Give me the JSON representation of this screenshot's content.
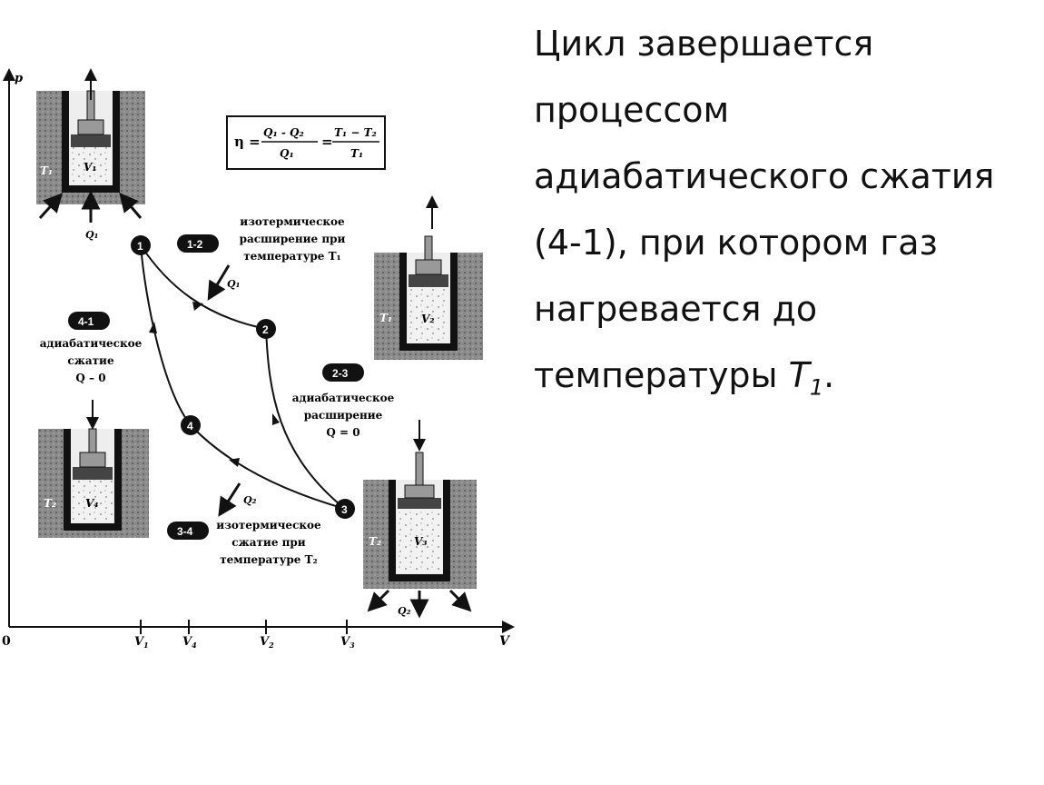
{
  "slide": {
    "lines": [
      "Цикл завершается",
      "процессом",
      "адиабатического сжатия",
      "(4-1), при котором газ",
      "нагревается до"
    ],
    "last_line_prefix": "температуры ",
    "last_line_var": "T",
    "last_line_sub": "1",
    "last_line_suffix": "."
  },
  "diagram": {
    "axis_p": "p",
    "axis_v": "V",
    "origin": "0",
    "v_ticks": [
      {
        "var": "V",
        "sub": "1"
      },
      {
        "var": "V",
        "sub": "4"
      },
      {
        "var": "V",
        "sub": "2"
      },
      {
        "var": "V",
        "sub": "3"
      }
    ],
    "formula": {
      "eta": "η =",
      "num1": "Q₁ - Q₂",
      "den1": "Q₁",
      "eq": "=",
      "num2": "T₁ − T₂",
      "den2": "T₁"
    },
    "points": [
      "1",
      "2",
      "3",
      "4"
    ],
    "badges": [
      "1-2",
      "2-3",
      "3-4",
      "4-1"
    ],
    "proc_12": [
      "изотермическое",
      "расширение при",
      "температуре T₁"
    ],
    "proc_23": [
      "адиабатическое",
      "расширение",
      "Q = 0"
    ],
    "proc_34": [
      "изотермическое",
      "сжатие при",
      "температуре T₂"
    ],
    "proc_41": [
      "адиабатическое",
      "сжатие",
      "Q – 0"
    ],
    "heat_labels": [
      "Q₁",
      "Q₁",
      "Q₂",
      "Q₂"
    ],
    "cylinders": [
      {
        "t": "T₁",
        "v": "V₁"
      },
      {
        "t": "T₁",
        "v": "V₂"
      },
      {
        "t": "T₂",
        "v": "V₃"
      },
      {
        "t": "T₂",
        "v": "V₄"
      }
    ]
  }
}
